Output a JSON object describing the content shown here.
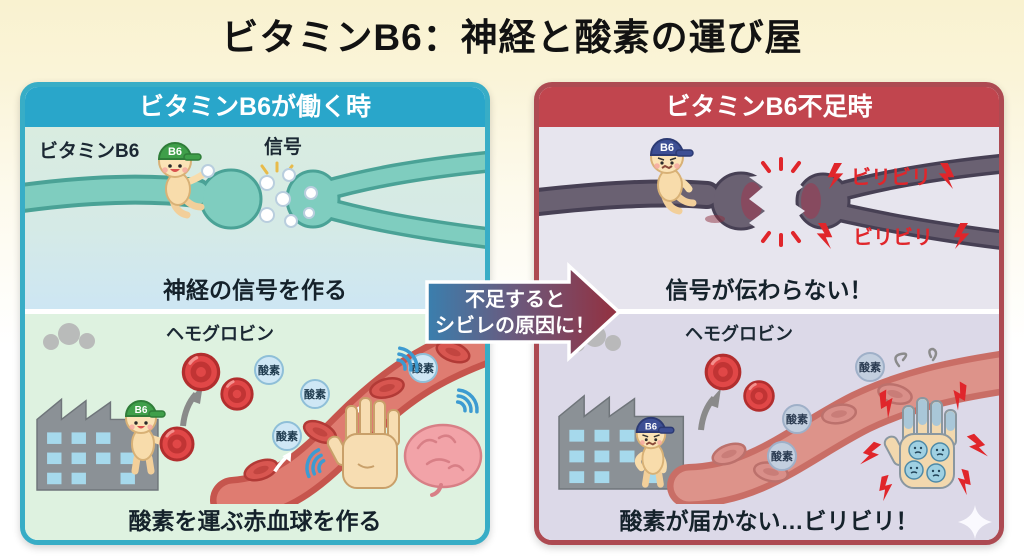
{
  "page": {
    "title": "ビタミンB6：神経と酸素の運び屋"
  },
  "left_panel": {
    "header": "ビタミンB6が働く時",
    "nerve_section": {
      "vitamin_label": "ビタミンB6",
      "signal_label": "信号",
      "cap_badge": "B6",
      "caption": "神経の信号を作る"
    },
    "blood_section": {
      "hemoglobin_label": "ヘモグロビン",
      "oxygen_label": "酸素",
      "cap_badge": "B6",
      "caption": "酸素を運ぶ赤血球を作る"
    }
  },
  "center_arrow": {
    "line1": "不足すると",
    "line2": "シビレの原因に！"
  },
  "right_panel": {
    "header": "ビタミンB6不足時",
    "nerve_section": {
      "tingle_label_top": "ビリビリ",
      "tingle_label_bottom": "ビリビリ",
      "cap_badge": "B6",
      "caption": "信号が伝わらない！"
    },
    "blood_section": {
      "hemoglobin_label": "ヘモグロビン",
      "oxygen_label": "酸素",
      "cap_badge": "B6",
      "caption": "酸素が届かない…ビリビリ！"
    }
  },
  "colors": {
    "left_accent": "#29a6ca",
    "right_accent": "#c1454e",
    "cream_background": "#faf4d8",
    "tingle_red": "#e0262b",
    "nerve_healthy": "#7fcdbf",
    "nerve_deficient": "#6a6172",
    "vessel_red": "#c6554d"
  }
}
